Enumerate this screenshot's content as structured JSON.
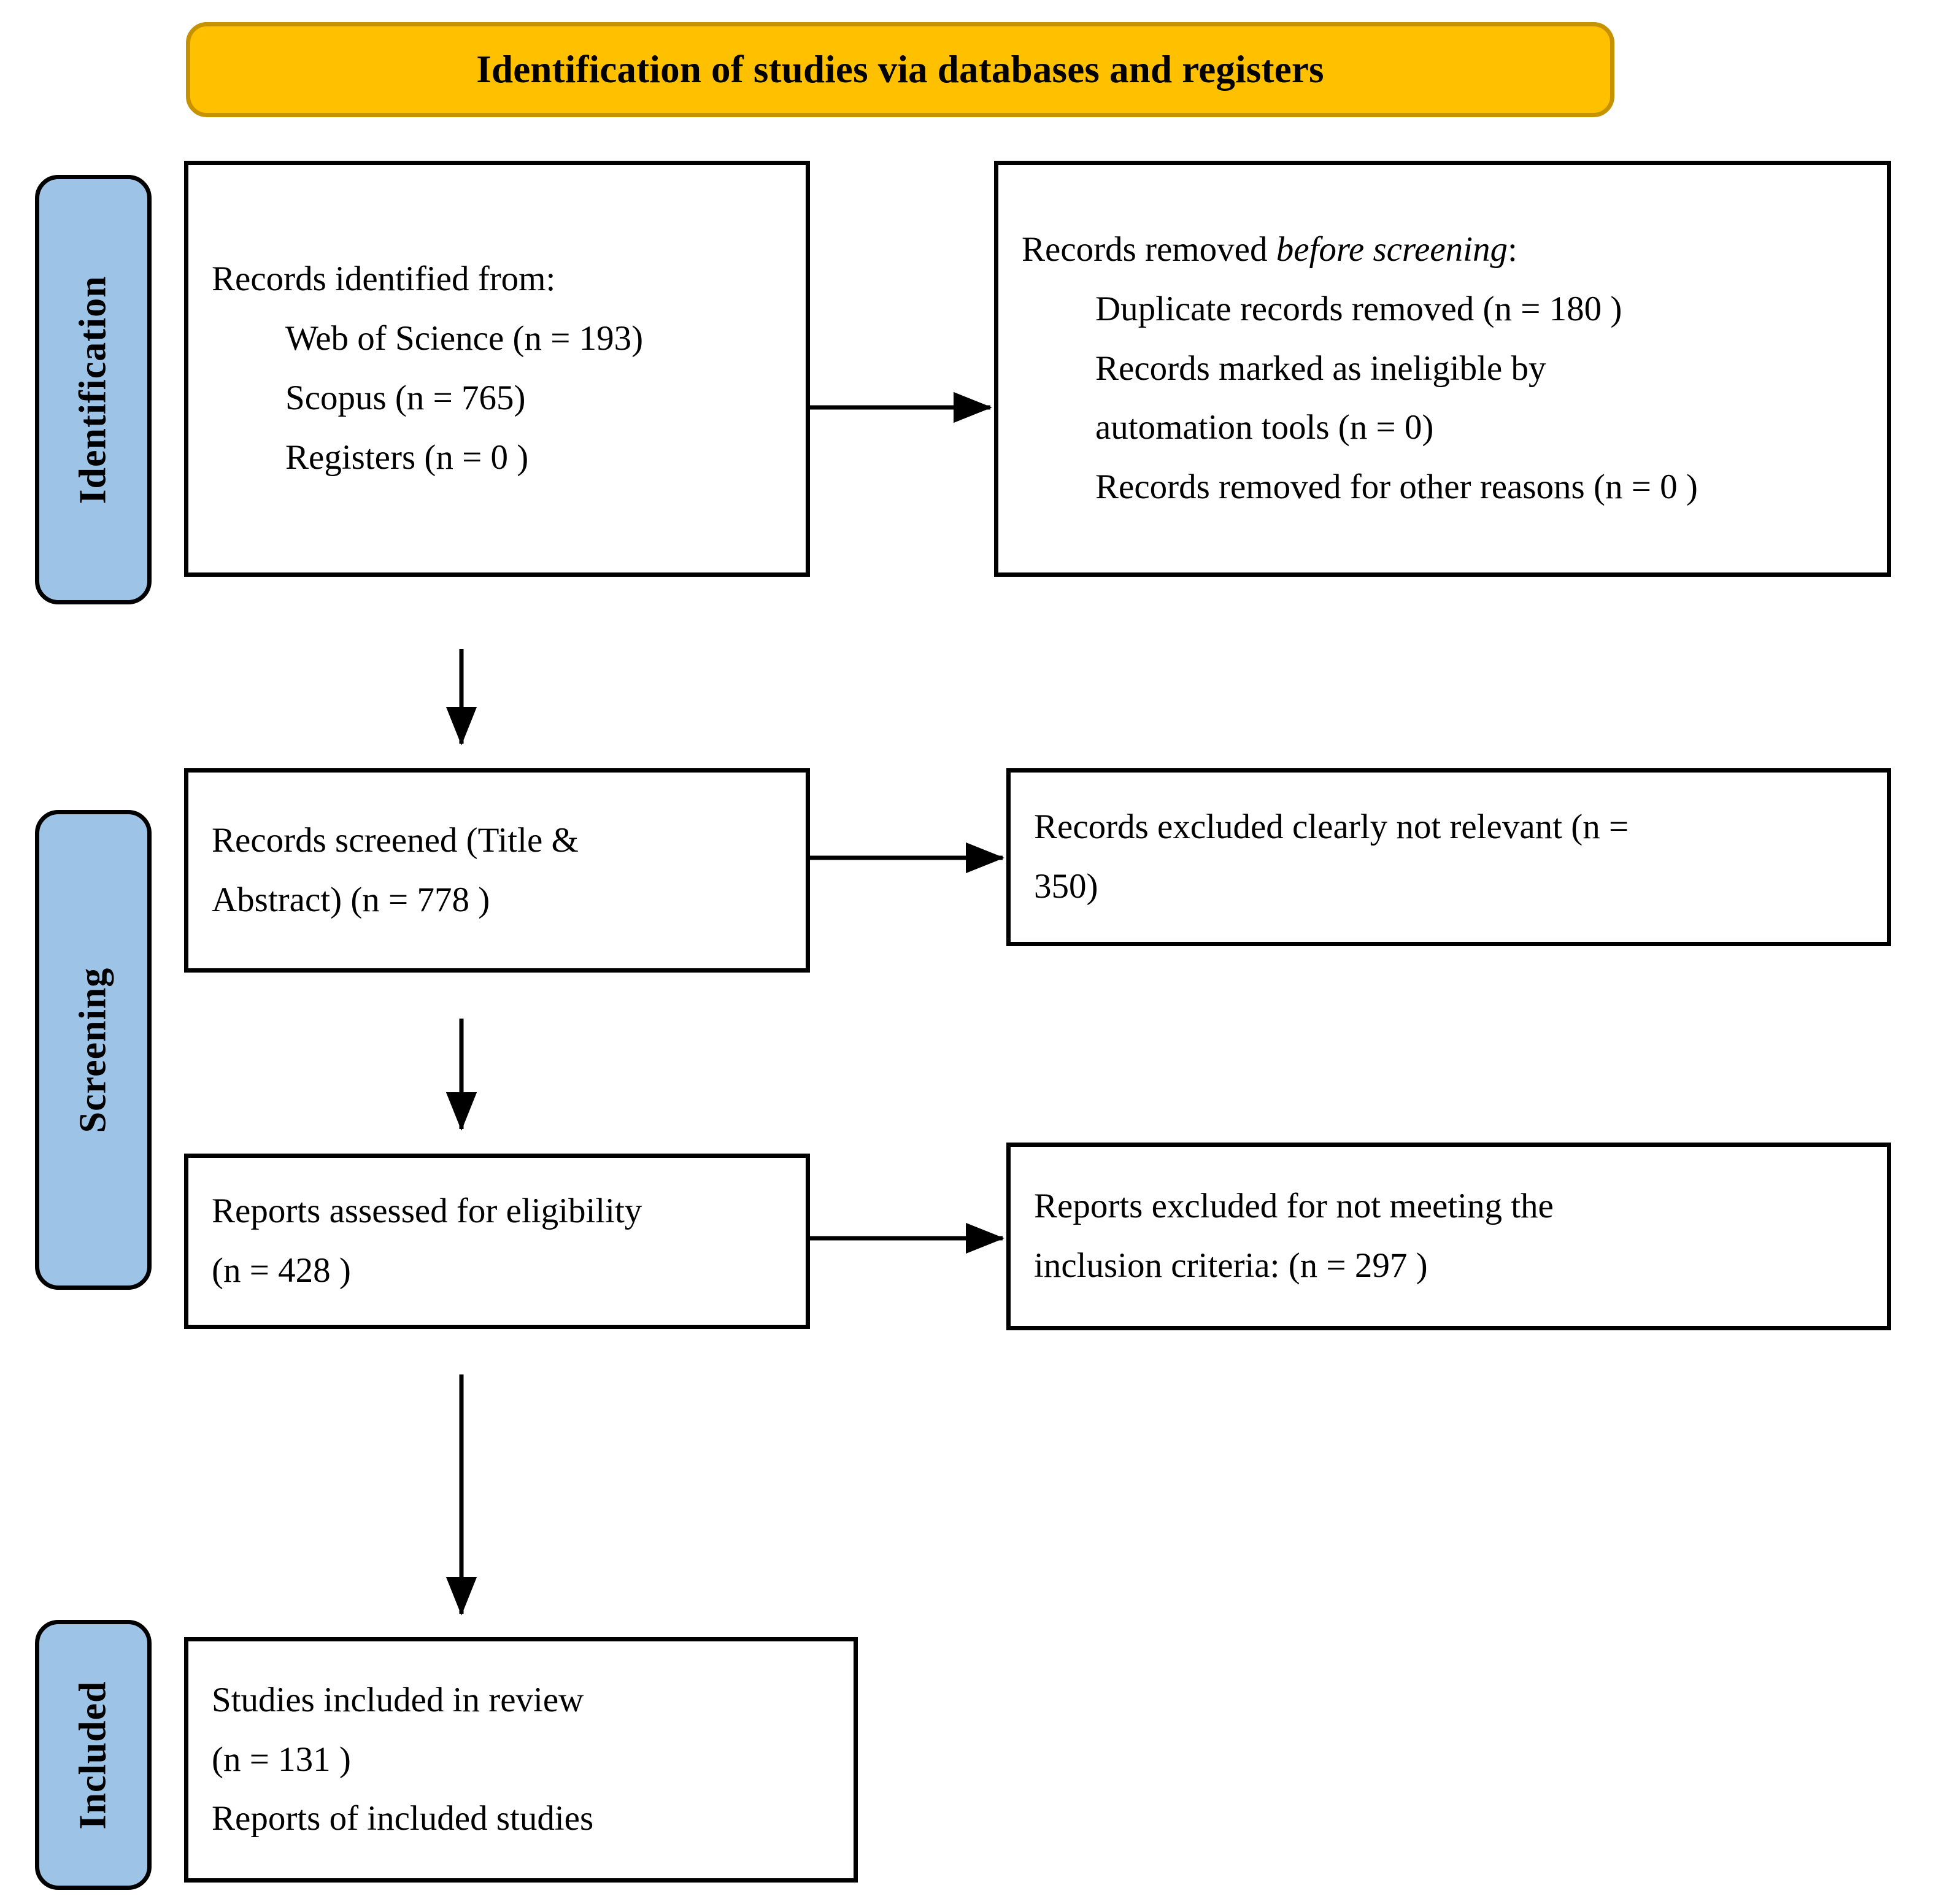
{
  "diagram": {
    "title": "Identification of studies via databases and registers",
    "accent_orange": "#FFC000",
    "accent_orange_border": "#C69200",
    "accent_blue": "#9DC3E6",
    "border_black": "#000000"
  },
  "stages": {
    "identification": "Identification",
    "screening": "Screening",
    "included": "Included"
  },
  "boxes": {
    "identified": {
      "heading": "Records identified from:",
      "items": [
        "Web of Science (n = 193)",
        "Scopus (n = 765)",
        "Registers (n = 0 )"
      ]
    },
    "removed_before_screening": {
      "heading_plain": "Records removed ",
      "heading_italic": "before screening",
      "heading_tail": ":",
      "items": [
        "Duplicate records removed    (n = 180 )",
        "Records marked as ineligible by automation tools (n = 0)",
        "Records removed for other reasons (n = 0 )"
      ],
      "item2_line1": "Records marked as ineligible by",
      "item2_line2": "automation tools (n = 0)"
    },
    "screened": {
      "line1": "Records screened (Title &",
      "line2": "Abstract)     (n = 778 )"
    },
    "records_excluded": {
      "line1": "Records excluded clearly not relevant (n =",
      "line2": "350)"
    },
    "eligibility": {
      "line1": "Reports assessed for eligibility",
      "line2": "(n = 428 )"
    },
    "reports_excluded": {
      "line1": "Reports excluded for not meeting the",
      "line2": "inclusion criteria:    (n = 297 )"
    },
    "included": {
      "line1": "Studies included in review",
      "line2": "(n = 131 )",
      "line3": "Reports of included studies"
    }
  },
  "flow": {
    "arrow_identified_to_removed": "horizontal-arrow",
    "arrow_identified_to_screened": "vertical-arrow",
    "arrow_screened_to_excluded": "horizontal-arrow",
    "arrow_screened_to_eligibility": "vertical-arrow",
    "arrow_eligibility_to_reports_excluded": "horizontal-arrow",
    "arrow_eligibility_to_included": "vertical-arrow"
  }
}
